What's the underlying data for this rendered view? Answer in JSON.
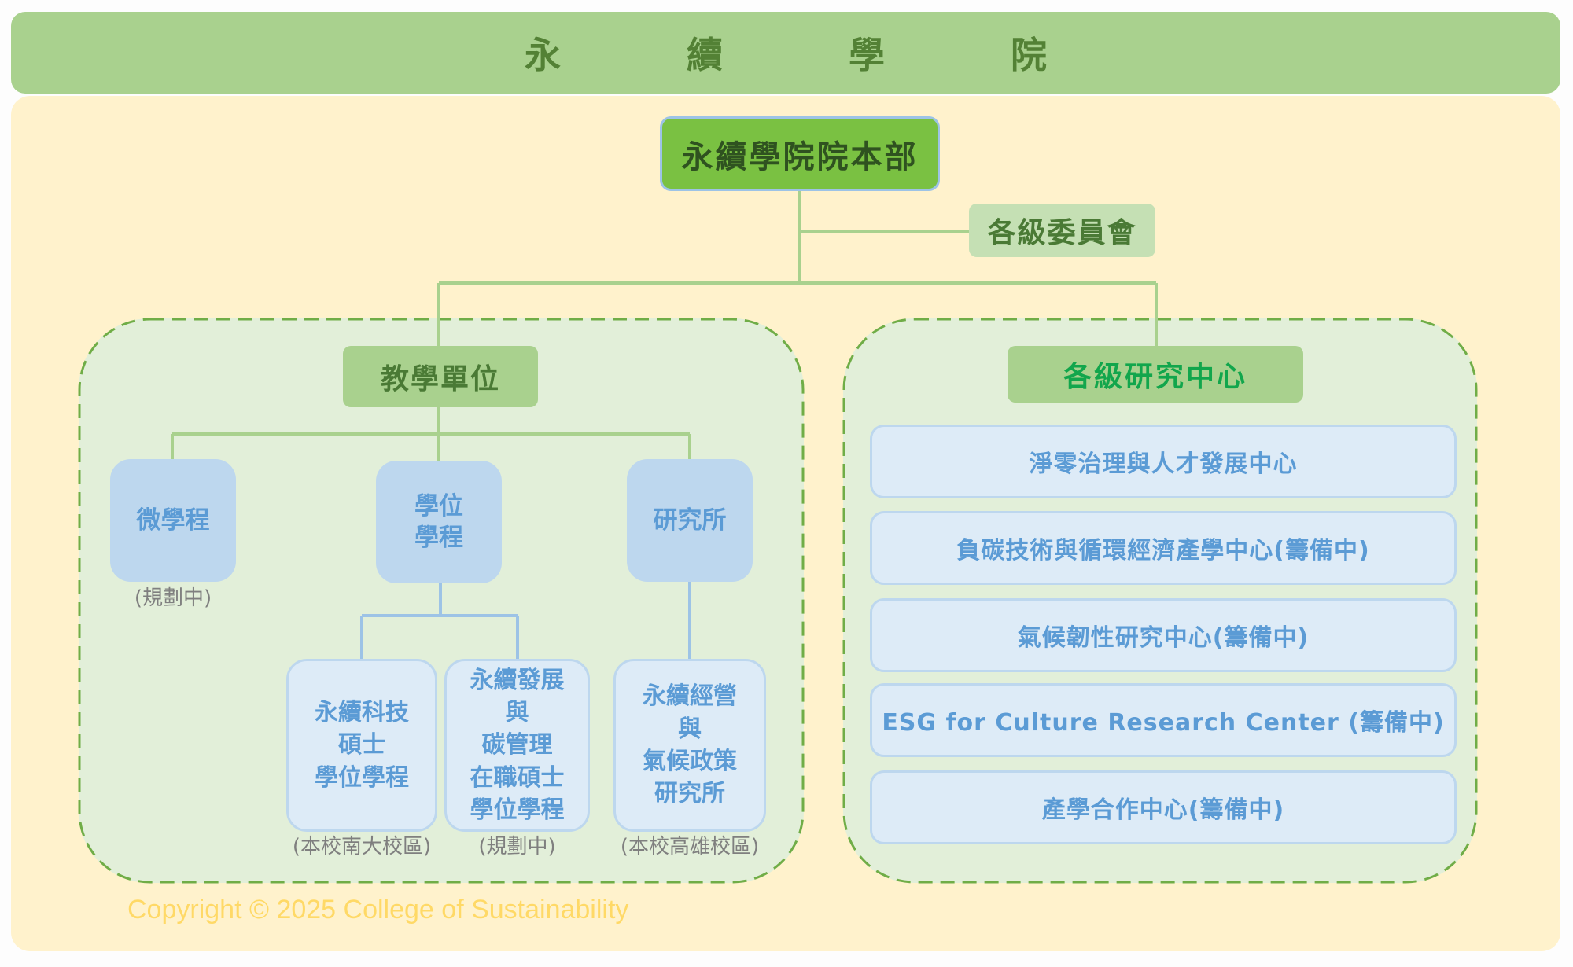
{
  "header": {
    "title": "永續學院"
  },
  "colors": {
    "title_bar": "#a9d18e",
    "panel_background": "#fff2cc",
    "group_background": "#e2efd9",
    "hq_fill": "#7ac142",
    "connector_green": "#a9d18e",
    "connector_blue": "#9dc3e6",
    "unit_blue": "#bdd7ee",
    "text_blue": "#5b9bd5",
    "copyright_yellow": "#ffd966"
  },
  "org": {
    "headquarters": "永續學院院本部",
    "committee": "各級委員會",
    "teaching": {
      "label": "教學單位",
      "units": [
        {
          "label": "微學程",
          "note": "(規劃中)"
        },
        {
          "label": "學位\n學程",
          "note": ""
        },
        {
          "label": "研究所",
          "note": ""
        }
      ],
      "programs": [
        {
          "label": "永續科技\n碩士\n學位學程",
          "note": "(本校南大校區)"
        },
        {
          "label": "永續發展\n與\n碳管理\n在職碩士\n學位學程",
          "note": "(規劃中)"
        },
        {
          "label": "永續經營\n與\n氣候政策\n研究所",
          "note": "(本校高雄校區)"
        }
      ]
    },
    "research": {
      "label": "各級研究中心",
      "centers": [
        "淨零治理與人才發展中心",
        "負碳技術與循環經濟產學中心(籌備中)",
        "氣候韌性研究中心(籌備中)",
        "ESG for Culture Research Center (籌備中)",
        "產學合作中心(籌備中)"
      ]
    }
  },
  "footer": {
    "copyright": "Copyright © 2025 College of Sustainability"
  }
}
